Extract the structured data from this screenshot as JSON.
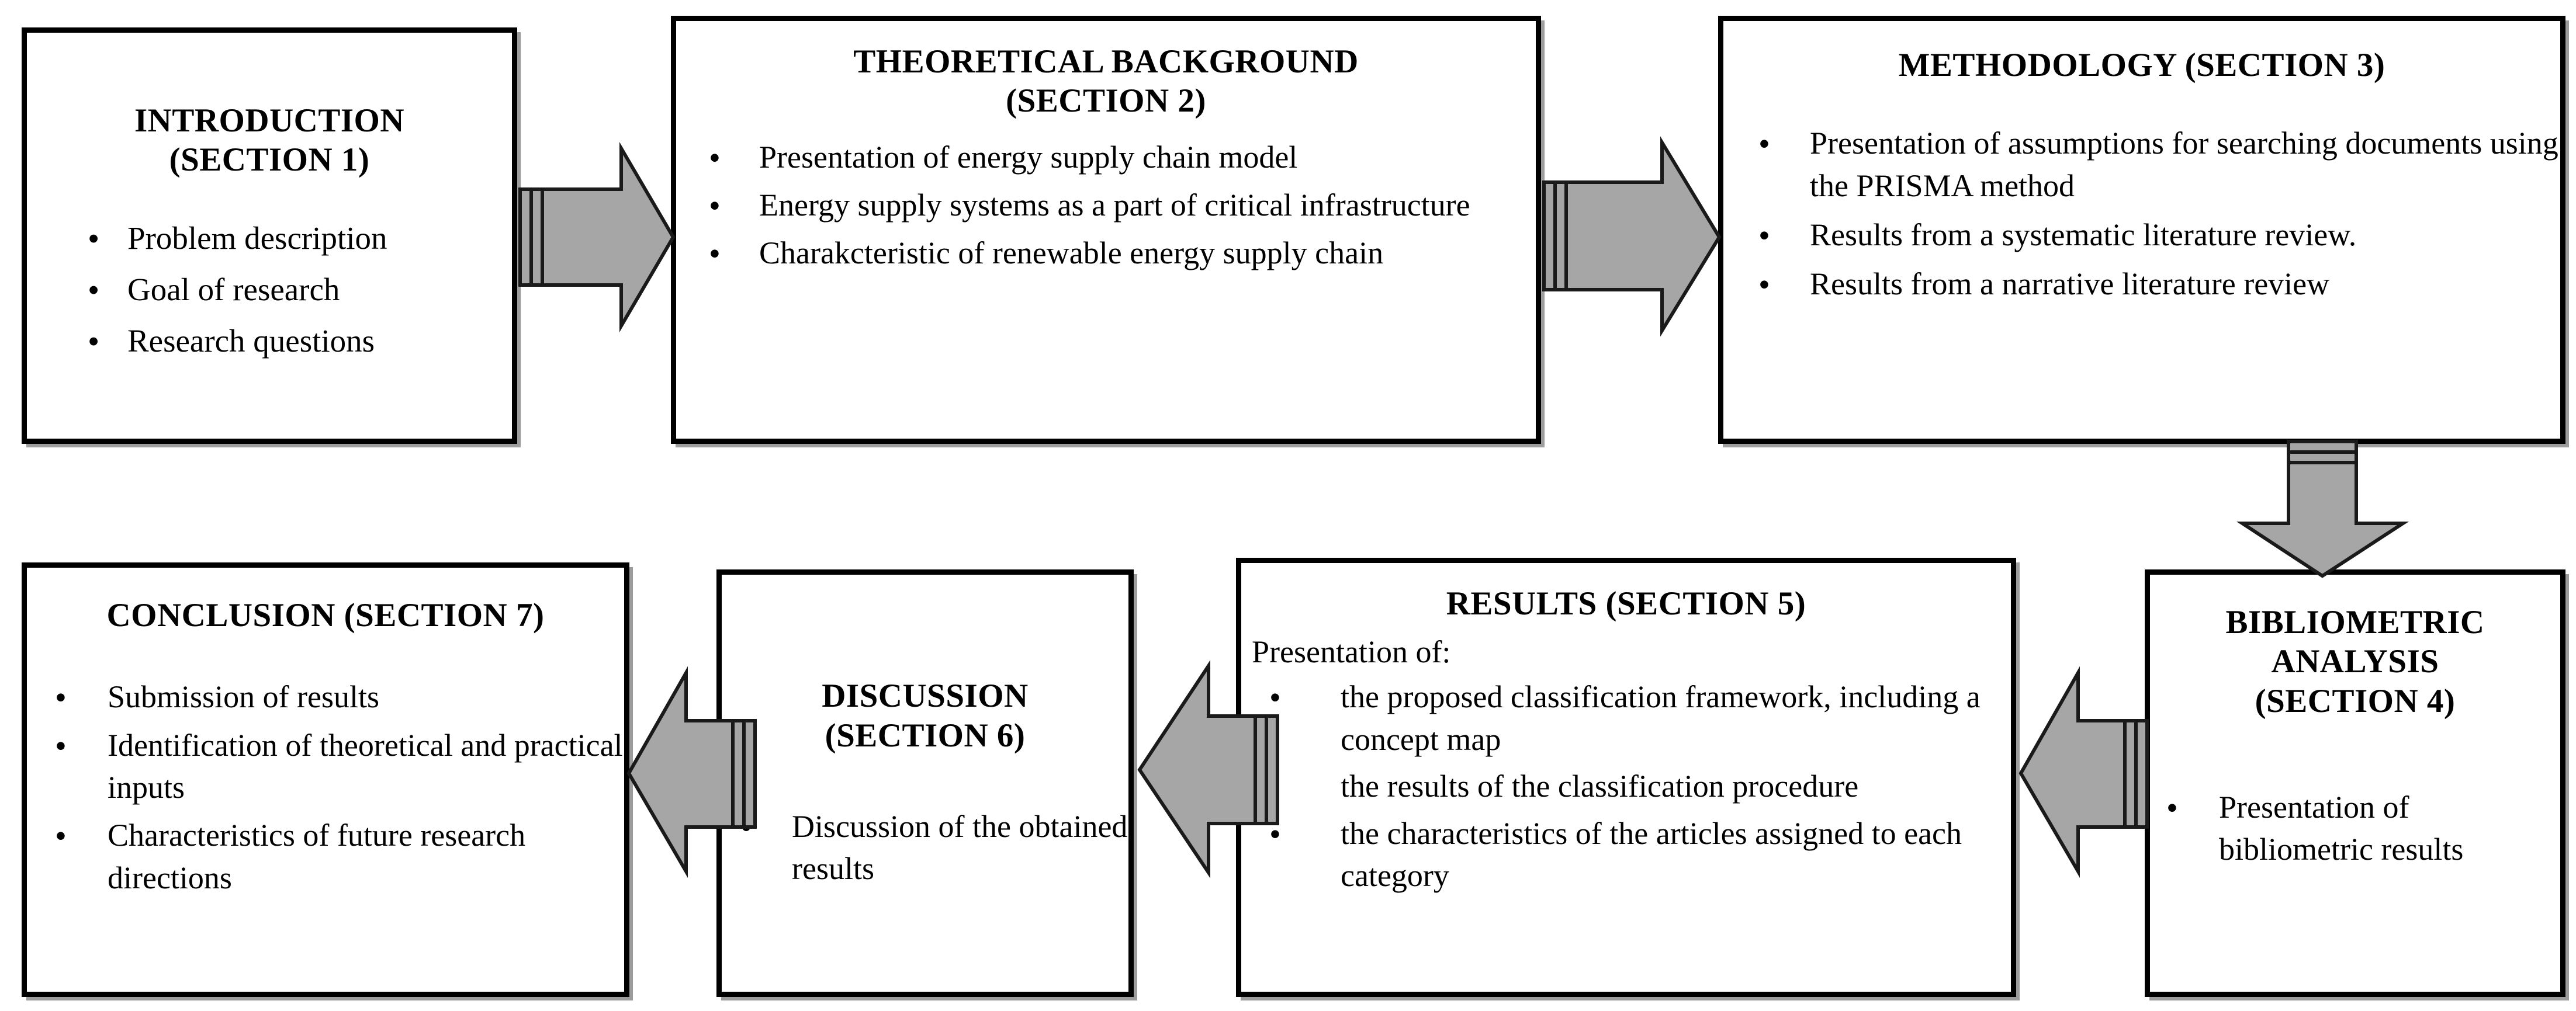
{
  "diagram": {
    "title": "Research process flowchart",
    "accent_fill": "#a6a6a6",
    "stroke": "#000000",
    "background": "#ffffff"
  },
  "boxes": {
    "introduction": {
      "title": "INTRODUCTION\n(SECTION 1)",
      "bullets": [
        "Problem description",
        "Goal of research",
        "Research questions"
      ]
    },
    "theoretical": {
      "title": "THEORETICAL BACKGROUND\n(SECTION 2)",
      "bullets": [
        "Presentation of energy supply chain model",
        "Energy supply systems as a part of critical infrastructure",
        "Charakcteristic of renewable energy supply chain"
      ]
    },
    "methodology": {
      "title": "METHODOLOGY (SECTION 3)",
      "bullets": [
        "Presentation of assumptions for searching documents using the PRISMA method",
        "Results from a systematic literature review.",
        "Results from a narrative literature review"
      ]
    },
    "bibliometric": {
      "title": "BIBLIOMETRIC\nANALYSIS\n(SECTION 4)",
      "bullets": [
        "Presentation of bibliometric results"
      ]
    },
    "results": {
      "title": "RESULTS  (SECTION 5)",
      "lead": "Presentation of:",
      "bullets": [
        "the proposed classification framework, including a concept map",
        "the results of the classification procedure",
        "the characteristics of the articles assigned to each category"
      ]
    },
    "discussion": {
      "title": "DISCUSSION\n(SECTION 6)",
      "bullets": [
        "Discussion of the obtained results"
      ]
    },
    "conclusion": {
      "title": "CONCLUSION  (SECTION 7)",
      "bullets": [
        "Submission of results",
        "Identification of theoretical and practical inputs",
        "Characteristics of future research directions"
      ]
    }
  },
  "connectors": [
    {
      "id": "intro-to-theoretical",
      "direction": "right",
      "from": "introduction",
      "to": "theoretical"
    },
    {
      "id": "theoretical-to-method",
      "direction": "right",
      "from": "theoretical",
      "to": "methodology"
    },
    {
      "id": "method-to-bibliometric",
      "direction": "down",
      "from": "methodology",
      "to": "bibliometric"
    },
    {
      "id": "bibliometric-to-results",
      "direction": "left",
      "from": "bibliometric",
      "to": "results"
    },
    {
      "id": "results-to-discussion",
      "direction": "left",
      "from": "results",
      "to": "discussion"
    },
    {
      "id": "discussion-to-conclusion",
      "direction": "left",
      "from": "discussion",
      "to": "conclusion"
    }
  ]
}
